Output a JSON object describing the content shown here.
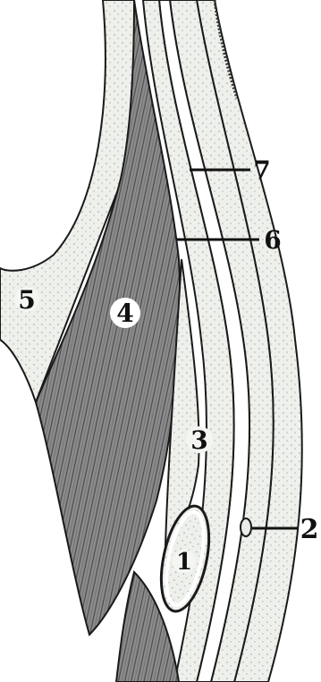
{
  "figure": {
    "labels": {
      "l1": "1",
      "l2": "2",
      "l3": "3",
      "l4": "4",
      "l5": "5",
      "l6": "6",
      "l7": "7"
    },
    "colors": {
      "background": "#ffffff",
      "tissue_light": "#eef0ec",
      "tissue_dots": "#9aa398",
      "muscle_gray": "#8c8c8c",
      "muscle_dark": "#4b4b4b",
      "outline": "#1a1a1a",
      "membrane_white": "#ffffff"
    }
  }
}
